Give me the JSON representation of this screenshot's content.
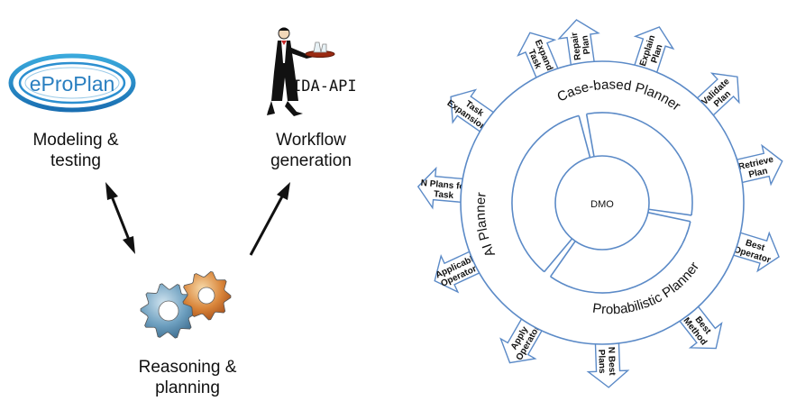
{
  "left": {
    "logo_text": "eProPlan",
    "modeling_caption": [
      "Modeling &",
      "testing"
    ],
    "workflow_caption": [
      "Workflow",
      "generation"
    ],
    "api_label": "IDA-API",
    "reasoning_caption": [
      "Reasoning &",
      "planning"
    ]
  },
  "wheel": {
    "center": "DMO",
    "rings": {
      "case_based": "Case-based Planner",
      "ai": "AI Planner",
      "probabilistic": "Probabilistic Planner"
    },
    "spokes": [
      {
        "id": "repair-plan",
        "lines": [
          "Repair",
          "Plan"
        ]
      },
      {
        "id": "explain-plan",
        "lines": [
          "Explain",
          "Plan"
        ]
      },
      {
        "id": "validate-plan",
        "lines": [
          "Validate",
          "Plan"
        ]
      },
      {
        "id": "retrieve-plan",
        "lines": [
          "Retrieve",
          "Plan"
        ]
      },
      {
        "id": "best-operator",
        "lines": [
          "Best",
          "Operator"
        ]
      },
      {
        "id": "best-method",
        "lines": [
          "Best",
          "Method"
        ]
      },
      {
        "id": "n-best-plans",
        "lines": [
          "N Best",
          "Plans"
        ]
      },
      {
        "id": "apply-operator",
        "lines": [
          "Apply",
          "Operator"
        ]
      },
      {
        "id": "applicable-operators",
        "lines": [
          "Applicable",
          "Operators"
        ]
      },
      {
        "id": "n-plans-for-task",
        "lines": [
          "N Plans for",
          "Task"
        ]
      },
      {
        "id": "task-expansions",
        "lines": [
          "Task",
          "Expansions"
        ]
      },
      {
        "id": "expand-task",
        "lines": [
          "Expand",
          "Task"
        ]
      }
    ]
  }
}
